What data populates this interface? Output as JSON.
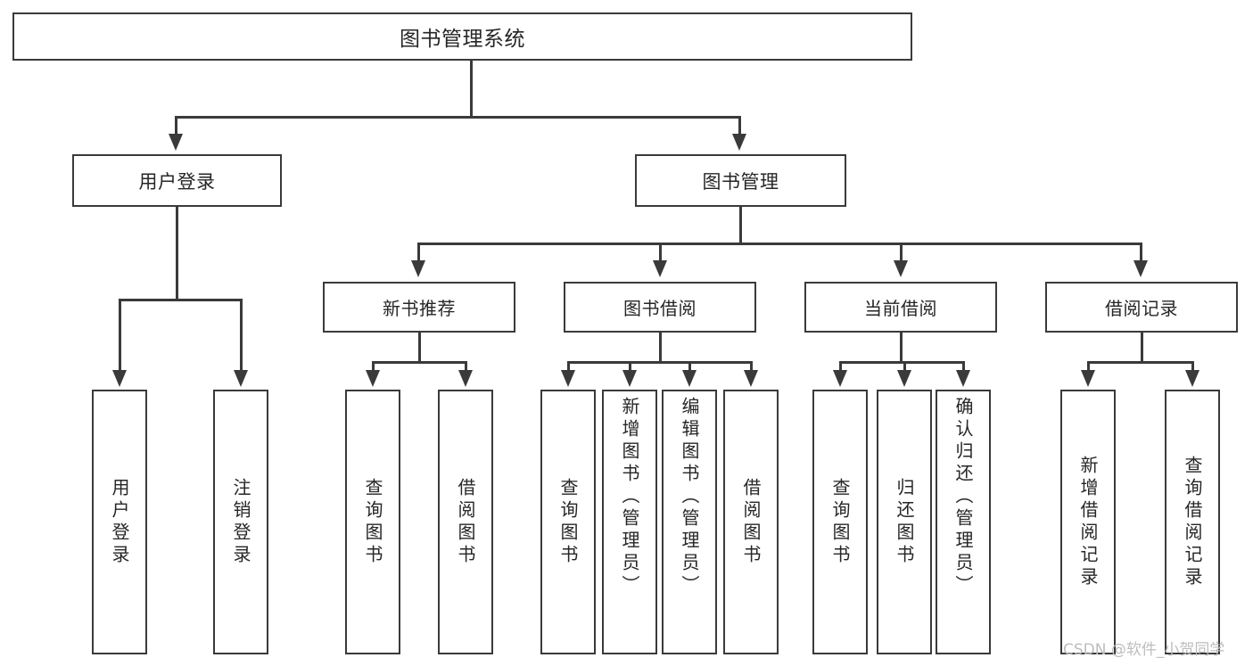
{
  "diagram": {
    "title": "图书管理系统",
    "type": "tree",
    "watermark": "CSDN @软件_小贺同学",
    "colors": {
      "stroke": "#3a3a3a",
      "fill": "#ffffff",
      "text": "#262626",
      "watermark": "#bdbdbd"
    },
    "root": {
      "label": "图书管理系统",
      "level": 0
    },
    "level1": [
      {
        "label": "用户登录"
      },
      {
        "label": "图书管理"
      }
    ],
    "level2": [
      {
        "label": "新书推荐"
      },
      {
        "label": "图书借阅"
      },
      {
        "label": "当前借阅"
      },
      {
        "label": "借阅记录"
      }
    ],
    "leaves": {
      "user_login": [
        {
          "label": "用户登录"
        },
        {
          "label": "注销登录"
        }
      ],
      "new_book": [
        {
          "label": "查询图书"
        },
        {
          "label": "借阅图书"
        }
      ],
      "book_borrow": [
        {
          "label": "查询图书"
        },
        {
          "label": "新增图书（管理员）"
        },
        {
          "label": "编辑图书（管理员）"
        },
        {
          "label": "借阅图书"
        }
      ],
      "current_borrow": [
        {
          "label": "查询图书"
        },
        {
          "label": "归还图书"
        },
        {
          "label": "确认归还（管理员）"
        }
      ],
      "borrow_record": [
        {
          "label": "新增借阅记录"
        },
        {
          "label": "查询借阅记录"
        }
      ]
    }
  }
}
